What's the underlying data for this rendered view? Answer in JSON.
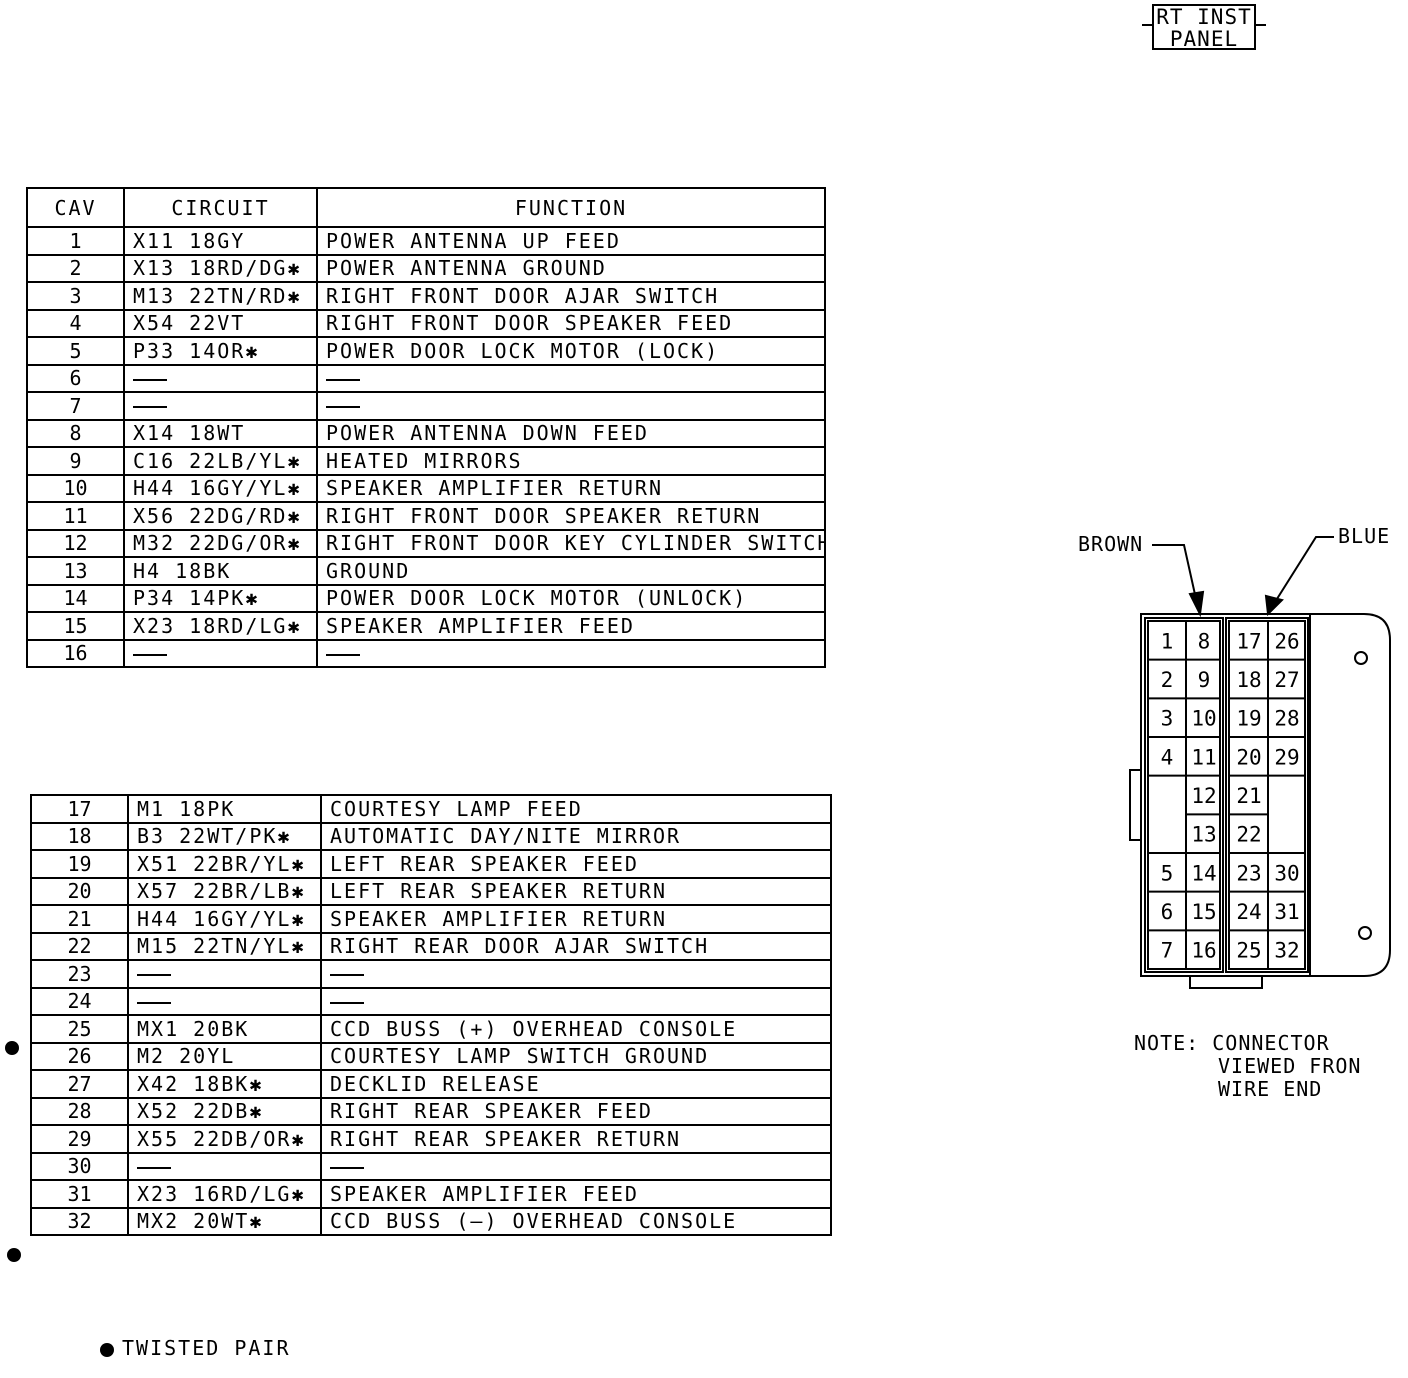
{
  "header": {
    "line1": "RT INST",
    "line2": "PANEL"
  },
  "table_headers": {
    "cav": "CAV",
    "circuit": "CIRCUIT",
    "function": "FUNCTION"
  },
  "rows_top": [
    {
      "cav": "1",
      "circuit": "X11 18GY",
      "function": "POWER ANTENNA UP FEED"
    },
    {
      "cav": "2",
      "circuit": "X13 18RD/DG✱",
      "function": "POWER ANTENNA GROUND"
    },
    {
      "cav": "3",
      "circuit": "M13 22TN/RD✱",
      "function": "RIGHT FRONT DOOR AJAR SWITCH"
    },
    {
      "cav": "4",
      "circuit": "X54 22VT",
      "function": "RIGHT FRONT DOOR SPEAKER FEED"
    },
    {
      "cav": "5",
      "circuit": "P33 14OR✱",
      "function": "POWER DOOR LOCK MOTOR (LOCK)"
    },
    {
      "cav": "6",
      "circuit": "",
      "function": ""
    },
    {
      "cav": "7",
      "circuit": "",
      "function": ""
    },
    {
      "cav": "8",
      "circuit": "X14 18WT",
      "function": "POWER ANTENNA DOWN FEED"
    },
    {
      "cav": "9",
      "circuit": "C16 22LB/YL✱",
      "function": "HEATED MIRRORS"
    },
    {
      "cav": "10",
      "circuit": "H44 16GY/YL✱",
      "function": "SPEAKER AMPLIFIER RETURN"
    },
    {
      "cav": "11",
      "circuit": "X56 22DG/RD✱",
      "function": "RIGHT FRONT DOOR SPEAKER RETURN"
    },
    {
      "cav": "12",
      "circuit": "M32 22DG/OR✱",
      "function": "RIGHT FRONT DOOR KEY CYLINDER SWITCH"
    },
    {
      "cav": "13",
      "circuit": "H4 18BK",
      "function": "GROUND"
    },
    {
      "cav": "14",
      "circuit": "P34 14PK✱",
      "function": "POWER DOOR LOCK MOTOR (UNLOCK)"
    },
    {
      "cav": "15",
      "circuit": "X23 18RD/LG✱",
      "function": "SPEAKER AMPLIFIER FEED"
    },
    {
      "cav": "16",
      "circuit": "",
      "function": ""
    }
  ],
  "rows_bottom": [
    {
      "cav": "17",
      "circuit": "M1 18PK",
      "function": "COURTESY LAMP FEED"
    },
    {
      "cav": "18",
      "circuit": "B3 22WT/PK✱",
      "function": "AUTOMATIC DAY/NITE MIRROR"
    },
    {
      "cav": "19",
      "circuit": "X51 22BR/YL✱",
      "function": "LEFT REAR SPEAKER FEED"
    },
    {
      "cav": "20",
      "circuit": "X57 22BR/LB✱",
      "function": "LEFT REAR SPEAKER RETURN"
    },
    {
      "cav": "21",
      "circuit": "H44 16GY/YL✱",
      "function": "SPEAKER AMPLIFIER RETURN"
    },
    {
      "cav": "22",
      "circuit": "M15 22TN/YL✱",
      "function": "RIGHT REAR DOOR AJAR SWITCH"
    },
    {
      "cav": "23",
      "circuit": "",
      "function": ""
    },
    {
      "cav": "24",
      "circuit": "",
      "function": ""
    },
    {
      "cav": "25",
      "circuit": "MX1 20BK",
      "function": "CCD BUSS (+) OVERHEAD CONSOLE"
    },
    {
      "cav": "26",
      "circuit": "M2 20YL",
      "function": "COURTESY LAMP SWITCH GROUND"
    },
    {
      "cav": "27",
      "circuit": "X42 18BK✱",
      "function": "DECKLID RELEASE"
    },
    {
      "cav": "28",
      "circuit": "X52 22DB✱",
      "function": "RIGHT REAR SPEAKER FEED"
    },
    {
      "cav": "29",
      "circuit": "X55 22DB/OR✱",
      "function": "RIGHT REAR SPEAKER RETURN"
    },
    {
      "cav": "30",
      "circuit": "",
      "function": ""
    },
    {
      "cav": "31",
      "circuit": "X23 16RD/LG✱",
      "function": "SPEAKER AMPLIFIER FEED"
    },
    {
      "cav": "32",
      "circuit": "MX2 20WT✱",
      "function": "CCD BUSS (–) OVERHEAD CONSOLE"
    }
  ],
  "legend": {
    "twisted_pair": "TWISTED PAIR"
  },
  "connector": {
    "brown_label": "BROWN",
    "blue_label": "BLUE",
    "note_line1": "NOTE: CONNECTOR",
    "note_line2": "VIEWED FRON",
    "note_line3": "WIRE END",
    "brown_cavities": [
      [
        "1",
        "8"
      ],
      [
        "2",
        "9"
      ],
      [
        "3",
        "10"
      ],
      [
        "4",
        "11"
      ],
      [
        "",
        "12"
      ],
      [
        "",
        "13"
      ],
      [
        "5",
        "14"
      ],
      [
        "6",
        "15"
      ],
      [
        "7",
        "16"
      ]
    ],
    "blue_cavities": [
      [
        "17",
        "26"
      ],
      [
        "18",
        "27"
      ],
      [
        "19",
        "28"
      ],
      [
        "20",
        "29"
      ],
      [
        "21",
        ""
      ],
      [
        "22",
        ""
      ],
      [
        "23",
        "30"
      ],
      [
        "24",
        "31"
      ],
      [
        "25",
        "32"
      ]
    ]
  }
}
